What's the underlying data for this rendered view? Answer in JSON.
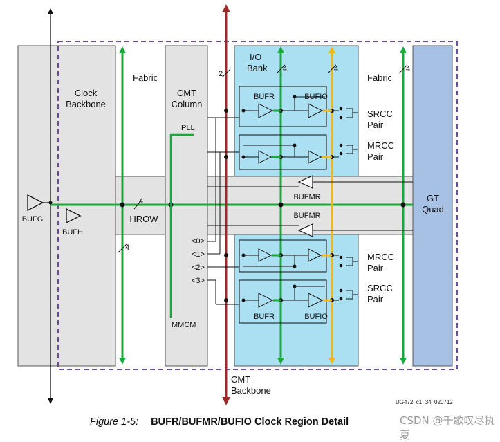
{
  "labels": {
    "clock_backbone": [
      "Clock",
      "Backbone"
    ],
    "fabric_left": "Fabric",
    "cmt_column": [
      "CMT",
      "Column"
    ],
    "io_bank": [
      "I/O",
      "Bank"
    ],
    "fabric_right": "Fabric",
    "gt_quad": [
      "GT",
      "Quad"
    ],
    "bufg": "BUFG",
    "bufh": "BUFH",
    "hrow": "HROW",
    "pll": "PLL",
    "mmcm": "MMCM",
    "bufmr_top": "BUFMR",
    "bufmr_bottom": "BUFMR",
    "bufr_top": "BUFR",
    "bufio_top": "BUFIO",
    "bufr_bottom": "BUFR",
    "bufio_bottom": "BUFIO",
    "srcc_pair_top": [
      "SRCC",
      "Pair"
    ],
    "mrcc_pair_top": [
      "MRCC",
      "Pair"
    ],
    "mrcc_pair_bottom": [
      "MRCC",
      "Pair"
    ],
    "srcc_pair_bottom": [
      "SRCC",
      "Pair"
    ],
    "cmt_backbone": [
      "CMT",
      "Backbone"
    ],
    "bus_widths": {
      "w2": "2",
      "w4_io_a": "4",
      "w4_io_b": "4",
      "w4_gt": "4",
      "w4_hrow": "4",
      "w4_fabric": "4"
    },
    "mmcm_taps": [
      "<0>",
      "<1>",
      "<2>",
      "<3>"
    ],
    "doc_id": "UG472_c1_34_020712"
  },
  "caption": {
    "figure": "Figure 1-5:",
    "title": "BUFR/BUFMR/BUFIO Clock Region Detail"
  },
  "watermark": "CSDN @千歌叹尽执夏",
  "colors": {
    "panel_gray": "#e3e3e3",
    "io_blue": "#abe0f2",
    "gt_blue": "#a7c1e5",
    "green": "#1aa83a",
    "yellow": "#f2b818",
    "dark_red": "#9c2b2b",
    "dashed_border": "#6e4a9e"
  }
}
